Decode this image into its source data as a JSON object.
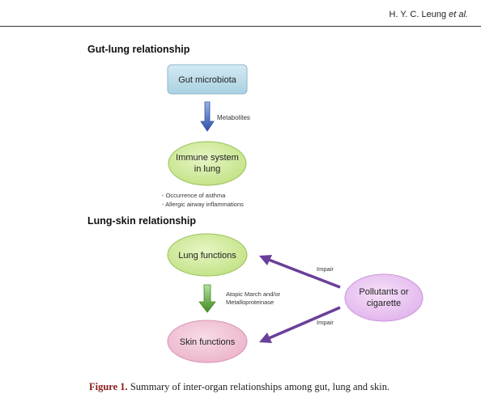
{
  "header": {
    "author": "H. Y. C. Leung",
    "etal": "et al."
  },
  "sections": {
    "gut_lung": "Gut-lung relationship",
    "lung_skin": "Lung-skin relationship"
  },
  "nodes": {
    "gut_microbiota": "Gut microbiota",
    "immune_line1": "Immune system",
    "immune_line2": "in lung",
    "lung_functions": "Lung functions",
    "skin_functions": "Skin functions",
    "pollutants_line1": "Pollutants or",
    "pollutants_line2": "cigarette"
  },
  "edge_labels": {
    "metabolites": "Metabolites",
    "atopic_line1": "Atopic March and/or",
    "atopic_line2": "Metalloproteinase",
    "impair_top": "Impair",
    "impair_bottom": "Impair"
  },
  "notes": {
    "asthma": "- Occurrence of asthma",
    "allergic": "- Allergic airway inflammations"
  },
  "caption": {
    "label": "Figure 1.",
    "text": " Summary of inter-organ relationships among gut, lung and skin."
  },
  "colors": {
    "gut_box_fill": "#b9dbe8",
    "green_ellipse_fill": "#cfe89a",
    "pink_ellipse_fill": "#f2c4d8",
    "purple_ellipse_fill": "#ecc6f2",
    "blue_arrow": "#2f4fa8",
    "green_arrow": "#4f9a2c",
    "purple_arrow": "#6a3f9a",
    "figure_label": "#8a1a1a"
  }
}
